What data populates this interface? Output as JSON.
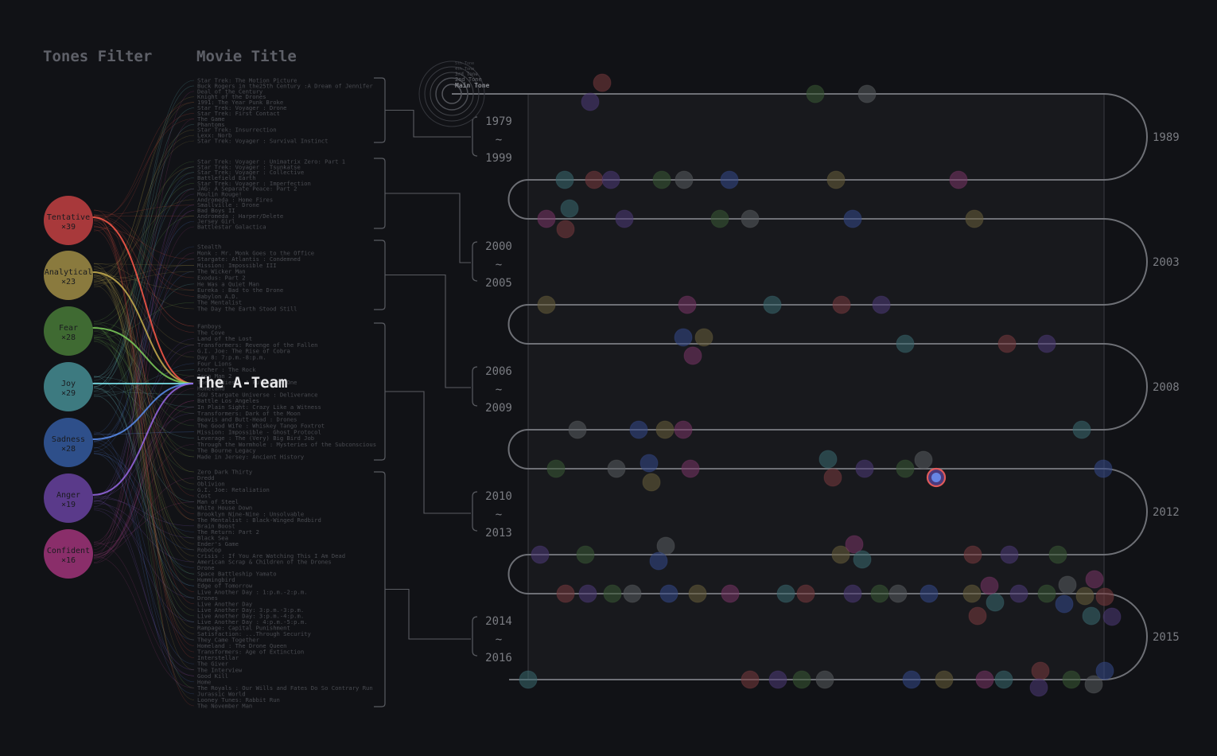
{
  "headers": {
    "tones_filter": "Tones Filter",
    "movie_title": "Movie Title"
  },
  "colors": {
    "background": "#111216",
    "header_text": "#5e6068",
    "title_text": "#4a4c52",
    "bracket": "#5a5c62",
    "path": "#6e7076",
    "selected_title": "#e8e8ea"
  },
  "tones": [
    {
      "name": "Tentative",
      "count": "×39",
      "color": "#a8393b",
      "link_color": "#ff5a4a"
    },
    {
      "name": "Analytical",
      "count": "×23",
      "color": "#8a7a3e",
      "link_color": "#c9b050"
    },
    {
      "name": "Fear",
      "count": "×28",
      "color": "#3f6a32",
      "link_color": "#7ed05a"
    },
    {
      "name": "Joy",
      "count": "×29",
      "color": "#3d7a80",
      "link_color": "#7fe6ee"
    },
    {
      "name": "Sadness",
      "count": "×28",
      "color": "#2e4f8a",
      "link_color": "#5a8ef0"
    },
    {
      "name": "Anger",
      "count": "×19",
      "color": "#5a3a8a",
      "link_color": "#9a6ae8"
    },
    {
      "name": "Confident",
      "count": "×16",
      "color": "#8a2e6a",
      "link_color": "#c04a98"
    }
  ],
  "selected_movie": "The A-Team",
  "legend": {
    "labels": [
      "5th Tone",
      "4th Tone",
      "3rd Tone",
      "2nd Tone",
      "Main Tone"
    ]
  },
  "periods": [
    {
      "range": [
        "1979",
        "~",
        "1999"
      ],
      "year_label": "1989",
      "titles": [
        "Star Trek: The Motion Picture",
        "Buck Rogers in the25th Century :A Dream of Jennifer",
        "Deal of the Century",
        "Knight of the Drones",
        "1991: The Year Punk Broke",
        "Star Trek: Voyager : Drone",
        "Star Trek: First Contact",
        "The Game",
        "Phantoms",
        "Star Trek: Insurrection",
        "Lexx: Norb",
        "Star Trek: Voyager : Survival Instinct"
      ]
    },
    {
      "range": [
        "2000",
        "~",
        "2005"
      ],
      "year_label": "2003",
      "titles": [
        "Star Trek: Voyager : Unimatrix Zero: Part 1",
        "Star Trek: Voyager : Tsunkatse",
        "Star Trek: Voyager : Collective",
        "Battlefield Earth",
        "Star Trek: Voyager : Imperfection",
        "JAG: A Separate Peace: Part 2",
        "Moulin Rouge!",
        "Andromeda : Home Fires",
        "Smallville : Drone",
        "Bad Boys II",
        "Andromeda : Harper/Delete",
        "Jersey Girl",
        "Battlestar Galactica",
        "Stealth",
        "Monk : Mr. Monk Goes to the Office",
        "Stargate: Atlantis : Condemned",
        "Mission: Impossible III",
        "The Wicker Man",
        "Exodus: Part 2",
        "He Was a Quiet Man",
        "Eureka : Bad to the Drone",
        "Babylon A.D.",
        "The Mentalist",
        "The Day the Earth Stood Still"
      ]
    },
    {
      "range": [
        "2006",
        "~",
        "2009"
      ],
      "year_label": "2008",
      "titles": [
        "Fanboys",
        "The Cove",
        "Land of the Lost",
        "Transformers: Revenge of the Fallen",
        "G.I. Joe: The Rise of Cobra",
        "Day 8: 7:p.m.-8:p.m.",
        "Four Lions",
        "Archer : The Rock",
        "Iron Man 2",
        "The Goodies : A Pull Part One",
        "Homeland",
        "SGU Stargate Universe : Deliverance",
        "Battle Los Angeles",
        "In Plain Sight: Crazy Like a Witness",
        "Transformers: Dark of the Moon",
        "Beavis and Butt-Head : Drones",
        "The Good Wife : Whiskey Tango Foxtrot",
        "Mission: Impossible - Ghost Protocol",
        "Leverage : The (Very) Big Bird Job",
        "Through the Wormhole : Mysteries of the Subconscious",
        "The Bourne Legacy",
        "Made in Jersey: Ancient History"
      ]
    },
    {
      "range": [
        "2010",
        "~",
        "2013"
      ],
      "year_label": "2012",
      "titles": [
        "Zero Dark Thirty",
        "Dredd",
        "Oblivion",
        "G.I. Joe: Retaliation",
        "Cost",
        "Man of Steel",
        "White House Down",
        "Brooklyn Nine-Nine : Unsolvable",
        "The Mentalist : Black-Winged Redbird",
        "Brain Boost",
        "The Return: Part 2",
        "Black Sea",
        "Ender's Game",
        "RoboCop",
        "Crisis : If You Are Watching This I Am Dead",
        "American Scrap & Children of the Drones",
        "Drone",
        "Space Battleship Yamato",
        "Hummingbird",
        "Edge of Tomorrow",
        "Live Another Day : 1:p.m.-2:p.m.",
        "Drones",
        "Live Another Day"
      ]
    },
    {
      "range": [
        "2014",
        "~",
        "2016"
      ],
      "year_label": "2015",
      "titles": [
        "Live Another Day: 3:p.m.-3:p.m.",
        "Live Another Day: 3:p.m.-4:p.m.",
        "Live Another Day : 4:p.m.-5:p.m.",
        "Rampage: Capital Punishment",
        "Satisfaction: ...Through Security",
        "They Came Together",
        "Homeland : The Drone Queen",
        "Transformers: Age of Extinction",
        "Interstellar",
        "The Giver",
        "The Interview",
        "Good Kill",
        "Home",
        "The Royals : Our Wills and Fates Do So Contrary Run",
        "Jurassic World",
        "Looney Tunes: Rabbit Run",
        "The November Man"
      ]
    }
  ]
}
